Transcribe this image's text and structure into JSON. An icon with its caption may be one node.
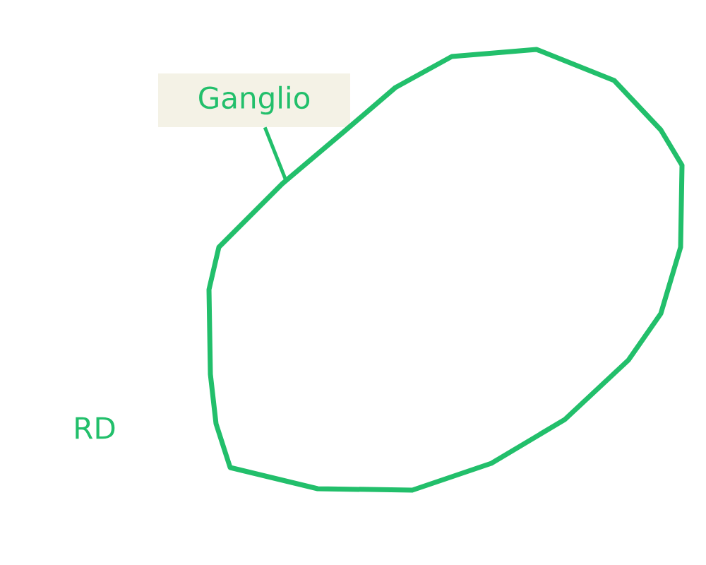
{
  "diagram": {
    "nodes": [
      {
        "text": [
          "Ganglio"
        ]
      },
      {
        "text": [],
        "shape": "polygon"
      }
    ],
    "edges": [
      {
        "from": 0,
        "to": 1,
        "arrow": "none"
      }
    ],
    "labels": [
      "RD"
    ]
  }
}
